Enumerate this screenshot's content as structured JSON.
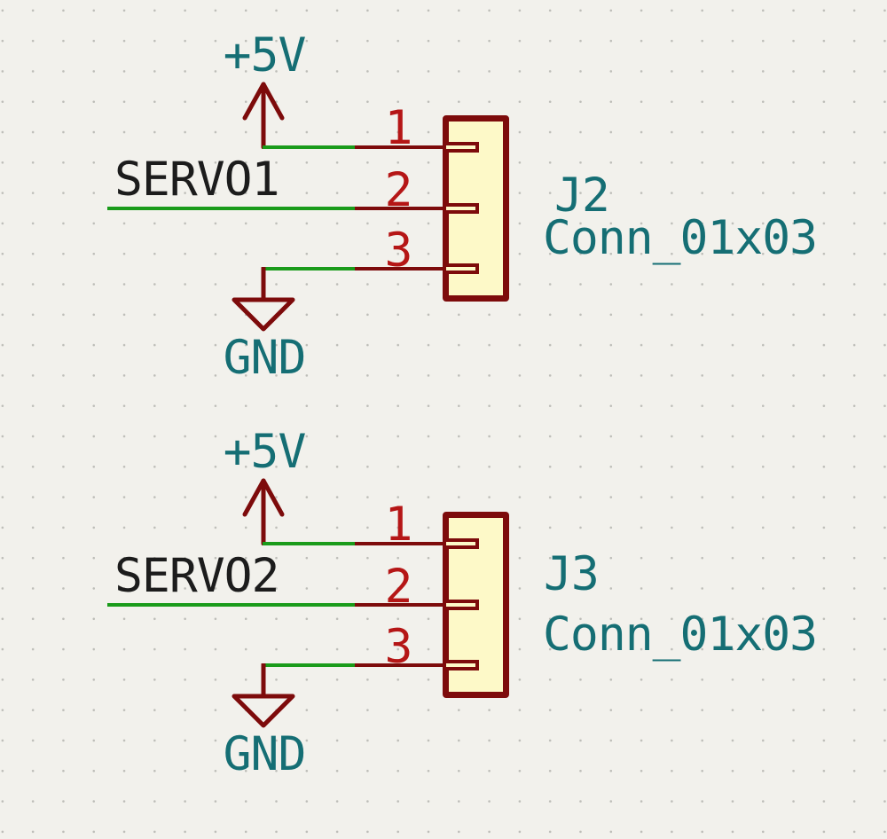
{
  "colors": {
    "background": "#F2F1EC",
    "grid_dot": "#BDBDB8",
    "wire": "#1A9B1A",
    "symbol_outline": "#7D0B0B",
    "pin_number": "#B51616",
    "annotation_teal": "#156E74",
    "net_label_text": "#1C1C1C",
    "symbol_fill": "#FDF9C8"
  },
  "connectors": [
    {
      "reference": "J2",
      "value": "Conn_01x03",
      "signal_label": "SERVO1",
      "power_net_top": "+5V",
      "power_net_bottom": "GND",
      "pins": [
        {
          "number": "1",
          "connects_to": "+5V"
        },
        {
          "number": "2",
          "connects_to": "SERVO1"
        },
        {
          "number": "3",
          "connects_to": "GND"
        }
      ]
    },
    {
      "reference": "J3",
      "value": "Conn_01x03",
      "signal_label": "SERVO2",
      "power_net_top": "+5V",
      "power_net_bottom": "GND",
      "pins": [
        {
          "number": "1",
          "connects_to": "+5V"
        },
        {
          "number": "2",
          "connects_to": "SERVO2"
        },
        {
          "number": "3",
          "connects_to": "GND"
        }
      ]
    }
  ]
}
